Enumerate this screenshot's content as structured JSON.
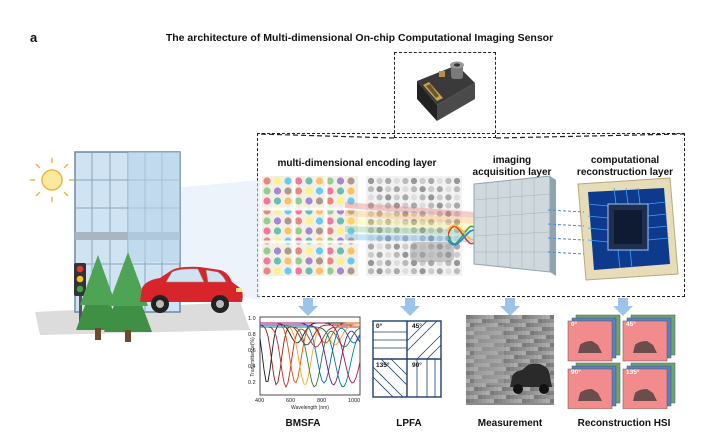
{
  "panel_letter": "a",
  "title": "The architecture of Multi-dimensional On-chip Computational Imaging Sensor",
  "layers": {
    "encoding": "multi-dimensional encoding layer",
    "acquisition_line1": "imaging",
    "acquisition_line2": "acquisition layer",
    "reconstruction_line1": "computational",
    "reconstruction_line2": "reconstruction layer"
  },
  "bottom_labels": {
    "bmsfa": "BMSFA",
    "lpfa": "LPFA",
    "measurement": "Measurement",
    "reconstruction": "Reconstruction HSI"
  },
  "bmsfa_plot": {
    "ylabel": "Transmittance(%)",
    "xlabel": "Wavelength (nm)",
    "x_ticks": [
      "400",
      "600",
      "800",
      "1000"
    ],
    "y_ticks": [
      "0.2",
      "0.4",
      "0.6",
      "0.8",
      "1.0"
    ]
  },
  "lpfa_angles": [
    "0°",
    "45°",
    "135°",
    "90°"
  ],
  "hsi_angles": [
    "0°",
    "45°",
    "90°",
    "135°"
  ],
  "colors": {
    "dashed_outline": "#222222",
    "arrow": "#9cc3e8",
    "car": "#d8252b",
    "tree": "#3f8f45",
    "chip_blue": "#0d3a8c",
    "frame_beige": "#e6dcb8"
  }
}
